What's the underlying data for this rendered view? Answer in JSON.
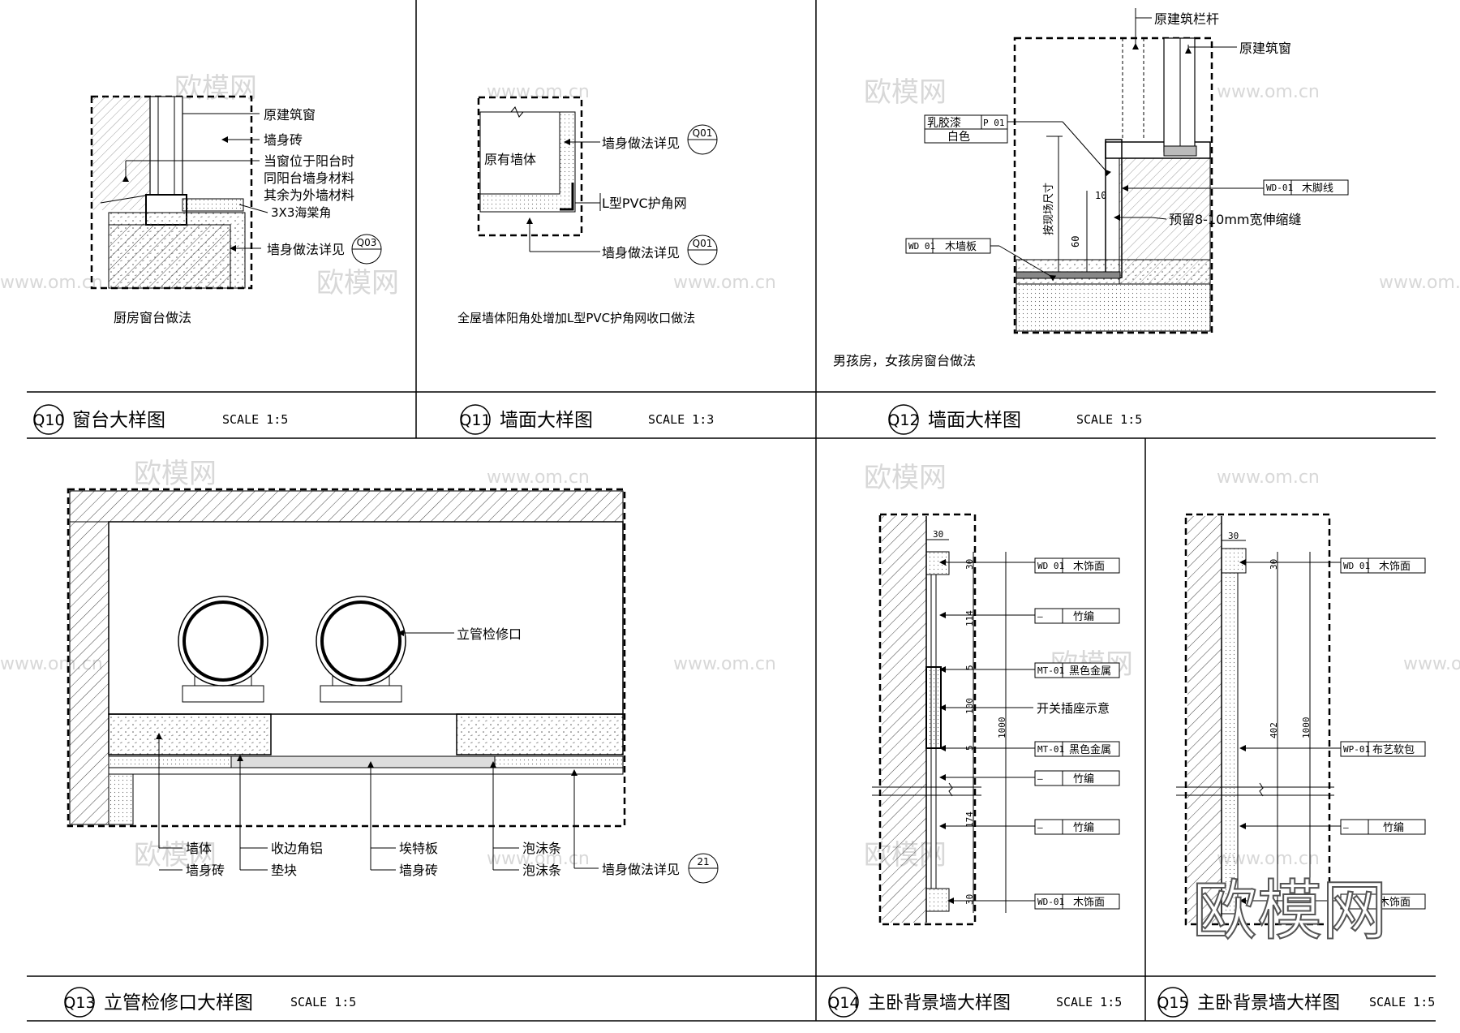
{
  "watermarks": {
    "brand": "欧模网",
    "url": "www.om.cn",
    "stamp": "欧模网"
  },
  "panels": [
    {
      "id": "Q10",
      "title": "窗台大样图",
      "scale": "SCALE 1:5",
      "caption": "厨房窗台做法",
      "labels": [
        "原建筑窗",
        "墙身砖",
        "当窗位于阳台时",
        "同阳台墙身材料",
        "其余为外墙材料",
        "3X3海棠角",
        "墙身做法详见"
      ],
      "ref": "Q03"
    },
    {
      "id": "Q11",
      "title": "墙面大样图",
      "scale": "SCALE 1:3",
      "caption": "全屋墙体阳角处增加L型PVC护角网收口做法",
      "labels": [
        "原有墙体",
        "墙身做法详见",
        "L型PVC护角网",
        "墙身做法详见"
      ],
      "refs": [
        "Q01",
        "Q01"
      ]
    },
    {
      "id": "Q12",
      "title": "墙面大样图",
      "scale": "SCALE 1:5",
      "caption": "男孩房，女孩房窗台做法",
      "labels": [
        "原建筑栏杆",
        "原建筑窗",
        "预留8-10mm宽伸缩缝",
        "按现场尺寸"
      ],
      "tags": [
        {
          "code": "乳胶漆",
          "sub": "P 01",
          "desc": "白色"
        },
        {
          "code": "WD-01",
          "desc": "木脚线"
        },
        {
          "code": "WD 01",
          "desc": "木墙板"
        }
      ],
      "dims": [
        "10",
        "60"
      ]
    },
    {
      "id": "Q13",
      "title": "立管检修口大样图",
      "scale": "SCALE 1:5",
      "labels": [
        "立管检修口",
        "墙体",
        "墙身砖",
        "收边角铝",
        "垫块",
        "埃特板",
        "墙身砖",
        "泡沫条",
        "泡沫条",
        "墙身做法详见"
      ],
      "ref": "21"
    },
    {
      "id": "Q14",
      "title": "主卧背景墙大样图",
      "scale": "SCALE 1:5",
      "tags": [
        {
          "code": "WD 01",
          "desc": "木饰面"
        },
        {
          "code": "—",
          "desc": "竹编"
        },
        {
          "code": "MT-01",
          "desc": "黑色金属"
        },
        {
          "code": "MT-01",
          "desc": "黑色金属"
        },
        {
          "code": "—",
          "desc": "竹编"
        },
        {
          "code": "—",
          "desc": "竹编"
        },
        {
          "code": "WD-01",
          "desc": "木饰面"
        }
      ],
      "note": "开关插座示意",
      "dims": [
        "30",
        "30",
        "114",
        "5",
        "100",
        "5",
        "1000",
        "174",
        "30"
      ]
    },
    {
      "id": "Q15",
      "title": "主卧背景墙大样图",
      "scale": "SCALE 1:5",
      "tags": [
        {
          "code": "WD 01",
          "desc": "木饰面"
        },
        {
          "code": "WP-01",
          "desc": "布艺软包"
        },
        {
          "code": "—",
          "desc": "竹编"
        },
        {
          "code": "",
          "desc": "木饰面"
        }
      ],
      "dims": [
        "30",
        "30",
        "402",
        "1000"
      ]
    }
  ]
}
